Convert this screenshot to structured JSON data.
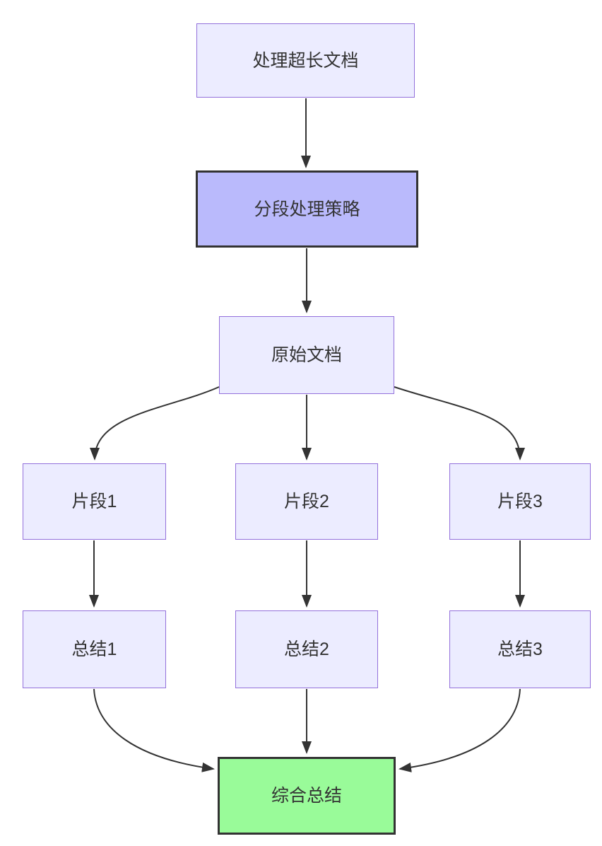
{
  "diagram": {
    "type": "flowchart",
    "direction": "top-down",
    "nodes": [
      {
        "id": "process-long-doc",
        "label": "处理超长文档",
        "style": "default"
      },
      {
        "id": "segment-strategy",
        "label": "分段处理策略",
        "style": "highlight"
      },
      {
        "id": "original-doc",
        "label": "原始文档",
        "style": "default"
      },
      {
        "id": "fragment-1",
        "label": "片段1",
        "style": "default"
      },
      {
        "id": "fragment-2",
        "label": "片段2",
        "style": "default"
      },
      {
        "id": "fragment-3",
        "label": "片段3",
        "style": "default"
      },
      {
        "id": "summary-1",
        "label": "总结1",
        "style": "default"
      },
      {
        "id": "summary-2",
        "label": "总结2",
        "style": "default"
      },
      {
        "id": "summary-3",
        "label": "总结3",
        "style": "default"
      },
      {
        "id": "final-summary",
        "label": "综合总结",
        "style": "success"
      }
    ],
    "edges": [
      {
        "from": "process-long-doc",
        "to": "segment-strategy"
      },
      {
        "from": "segment-strategy",
        "to": "original-doc"
      },
      {
        "from": "original-doc",
        "to": "fragment-1"
      },
      {
        "from": "original-doc",
        "to": "fragment-2"
      },
      {
        "from": "original-doc",
        "to": "fragment-3"
      },
      {
        "from": "fragment-1",
        "to": "summary-1"
      },
      {
        "from": "fragment-2",
        "to": "summary-2"
      },
      {
        "from": "fragment-3",
        "to": "summary-3"
      },
      {
        "from": "summary-1",
        "to": "final-summary"
      },
      {
        "from": "summary-2",
        "to": "final-summary"
      },
      {
        "from": "summary-3",
        "to": "final-summary"
      }
    ],
    "colors": {
      "node_fill": "#ECECFF",
      "node_border": "#9370DB",
      "highlight_fill": "#BABAFC",
      "highlight_border": "#333333",
      "success_fill": "#99FB99",
      "success_border": "#333333",
      "edge": "#333333",
      "text": "#333333",
      "background": "#FFFFFF"
    }
  }
}
